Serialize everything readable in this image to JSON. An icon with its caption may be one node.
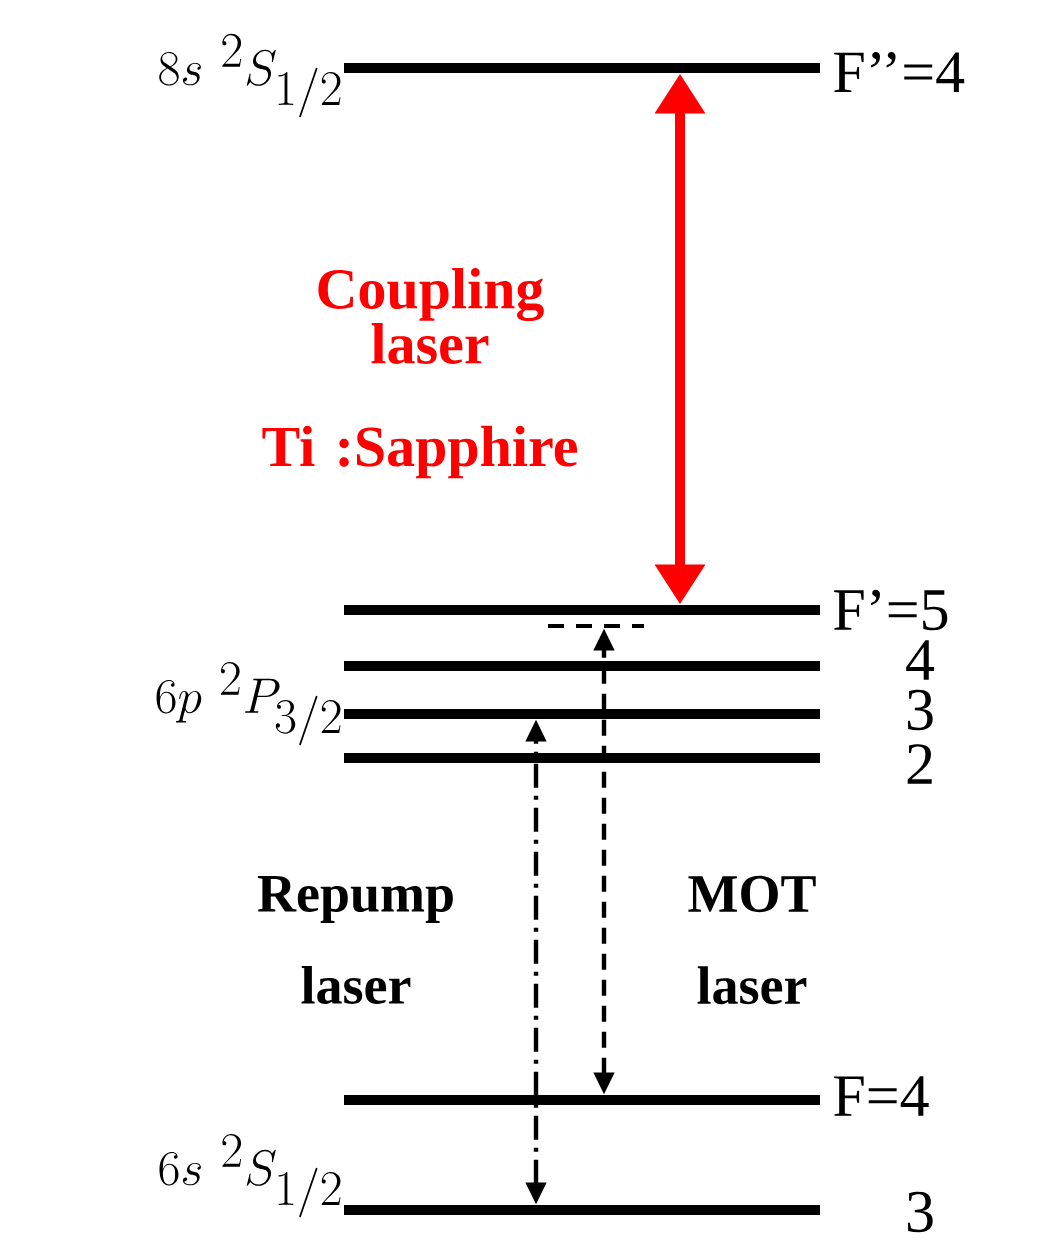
{
  "diagram": {
    "nodes": [
      {
        "text": [],
        "shape": "bar",
        "beside": [
          "F’’=4"
        ]
      },
      {
        "text": [],
        "shape": "bar",
        "beside": [
          "F’=5"
        ]
      },
      {
        "text": [],
        "shape": "bar"
      },
      {
        "text": [],
        "shape": "bar",
        "beside": [
          "4"
        ]
      },
      {
        "text": [],
        "shape": "bar",
        "beside": [
          "3"
        ]
      },
      {
        "text": [],
        "shape": "bar",
        "beside": [
          "2"
        ]
      },
      {
        "text": [],
        "shape": "bar",
        "beside": [
          "F=4"
        ]
      },
      {
        "text": [],
        "shape": "bar",
        "beside": [
          "3"
        ]
      }
    ],
    "edges": [
      {
        "from": 1,
        "to": 0,
        "arrow": "both",
        "style": "thick",
        "color": "#ff0000"
      },
      {
        "from": 6,
        "to": 2,
        "arrow": "both",
        "style": "dashed"
      },
      {
        "from": 7,
        "to": 4,
        "arrow": "both",
        "style": "dashed"
      }
    ],
    "labels": [
      "8s\\ {}^{2}S_{1/2}",
      "Coupling laser",
      "Ti :Sapphire",
      "6p\\ {}^{2}P_{3/2}",
      "Repump laser",
      "MOT laser",
      "6s\\ {}^{2}S_{1/2}"
    ]
  }
}
